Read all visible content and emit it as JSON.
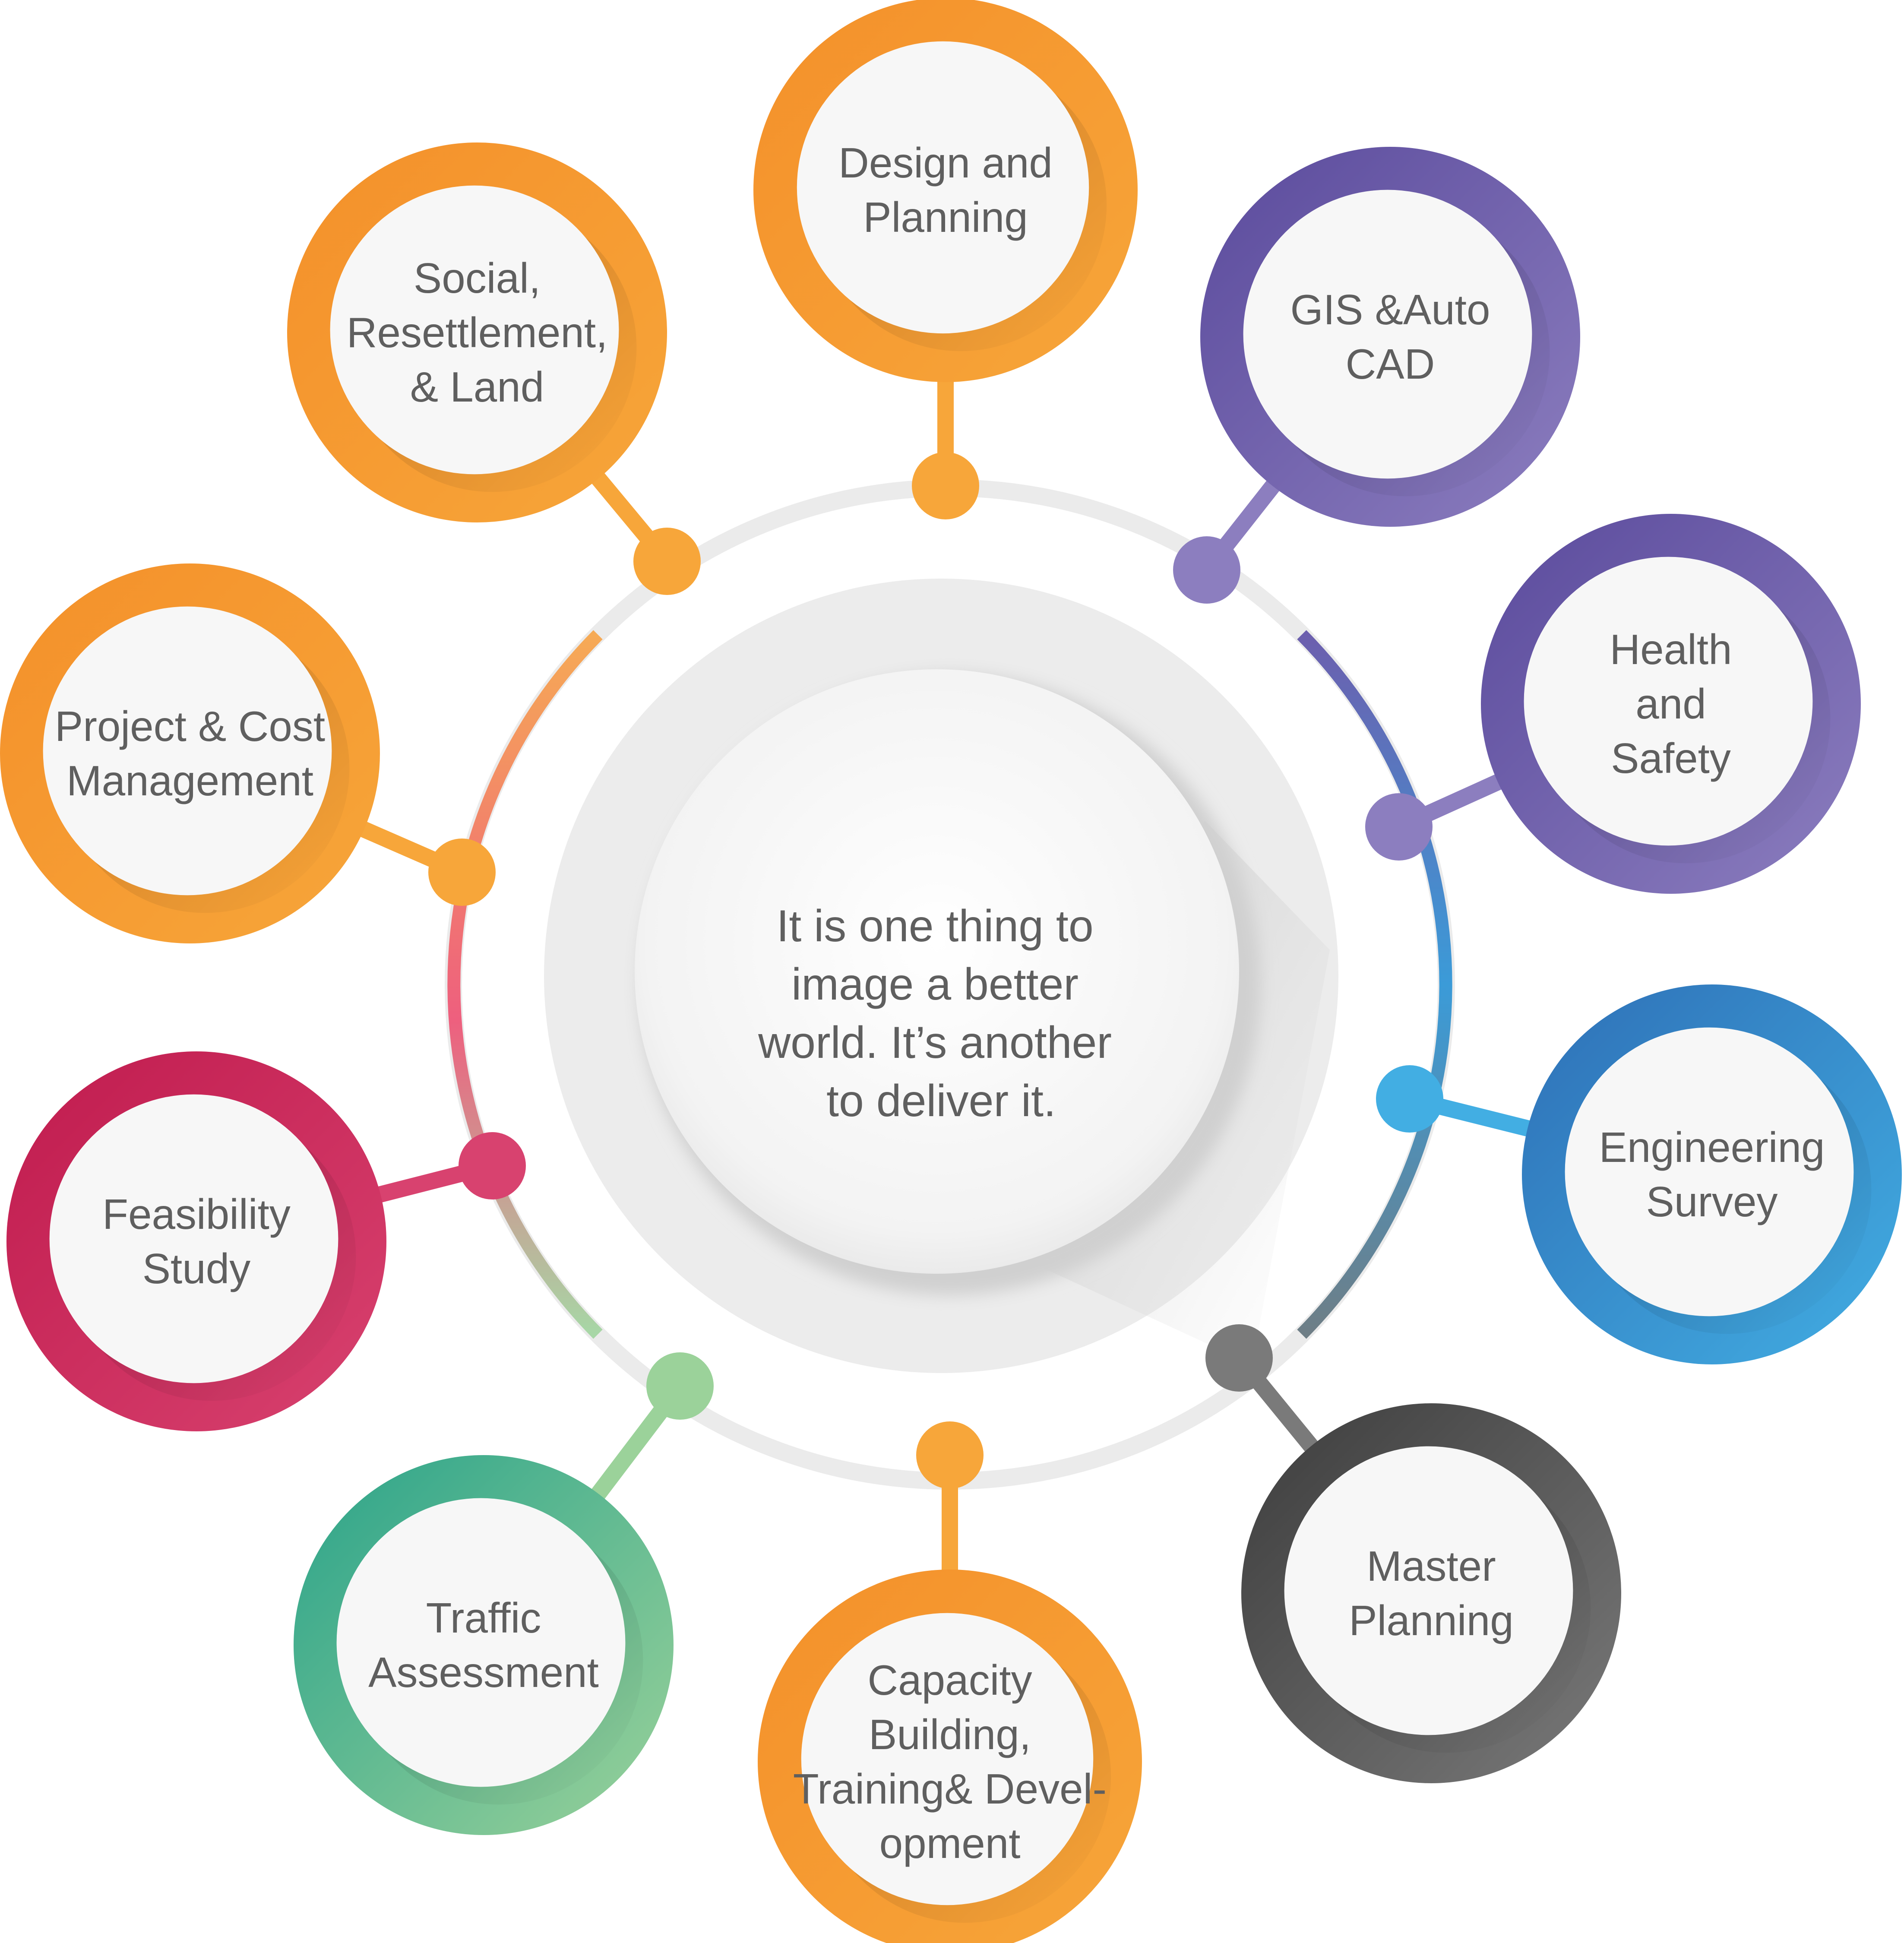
{
  "center": {
    "lines": [
      "It is one thing to",
      "image a better",
      "world. It’s another",
      "to deliver it."
    ]
  },
  "nodes": [
    {
      "id": "design-and-planning",
      "lines": [
        "Design and",
        "Planning"
      ],
      "colors": [
        "#F7A63A",
        "#F4902A"
      ]
    },
    {
      "id": "gis-autocad",
      "lines": [
        "GIS &Auto",
        "CAD"
      ],
      "colors": [
        "#8C7EBF",
        "#5A4A9C"
      ]
    },
    {
      "id": "health-and-safety",
      "lines": [
        "Health",
        "and",
        "Safety"
      ],
      "colors": [
        "#8C7EBF",
        "#5A4A9C"
      ]
    },
    {
      "id": "engineering-survey",
      "lines": [
        "Engineering",
        "Survey"
      ],
      "colors": [
        "#42AEE3",
        "#2E6FB6"
      ]
    },
    {
      "id": "master-planning",
      "lines": [
        "Master",
        "Planning"
      ],
      "colors": [
        "#7A7A7A",
        "#3C3C3C"
      ]
    },
    {
      "id": "capacity-building",
      "lines": [
        "Capacity",
        "Building,",
        "Training& Devel-",
        "opment"
      ],
      "colors": [
        "#F7A63A",
        "#F4902A"
      ]
    },
    {
      "id": "traffic-assessment",
      "lines": [
        "Traffic",
        "Assessment"
      ],
      "colors": [
        "#9BD29A",
        "#2AA38A"
      ]
    },
    {
      "id": "feasibility-study",
      "lines": [
        "Feasibility",
        "Study"
      ],
      "colors": [
        "#D8426F",
        "#C01B4E"
      ]
    },
    {
      "id": "project-cost-management",
      "lines": [
        "Project & Cost",
        "Management"
      ],
      "colors": [
        "#F7A63A",
        "#F4902A"
      ]
    },
    {
      "id": "social-resettlement-land",
      "lines": [
        "Social,",
        "Resettlement,",
        "& Land"
      ],
      "colors": [
        "#F7A63A",
        "#F4902A"
      ]
    }
  ],
  "ring_colors": {
    "orange": "#F4A050",
    "purple": "#6C5FAE",
    "blue": "#3B9BD8",
    "gray": "#7B8890",
    "pink": "#E0457E",
    "green": "#9ED3A3",
    "light": "#EBEBEB"
  }
}
